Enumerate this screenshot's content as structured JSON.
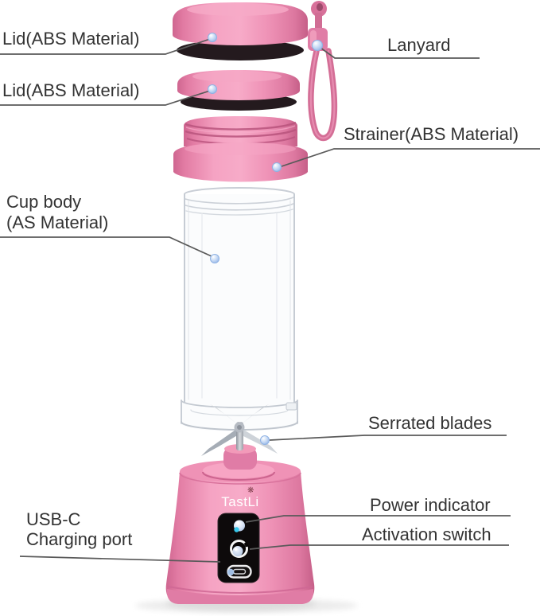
{
  "diagram": {
    "brand": "TastLi",
    "callouts": {
      "lid_top": "Lid(ABS Material)",
      "lid_lower": "Lid(ABS Material)",
      "lanyard": "Lanyard",
      "strainer": "Strainer(ABS Material)",
      "cup_body_line1": "Cup body",
      "cup_body_line2": "(AS Material)",
      "serrated_blades": "Serrated blades",
      "power_indicator": "Power indicator",
      "activation_switch": "Activation switch",
      "usb_line1": "USB-C",
      "usb_line2": "Charging port"
    },
    "icons": {
      "logo_flower_glyph": "❋",
      "callout_dot": "blue-marker-dot",
      "power_led": "power-led-light",
      "activation_button": "round-power-button",
      "usb_port": "usb-c-charging-port"
    },
    "colors": {
      "body_pink": "#ee82ab",
      "pink_highlight": "#f7abc8",
      "pink_shadow": "#c65f88",
      "dark_rim": "#241a1e",
      "panel_black": "#0d0a0b",
      "marker_blue": "#a9c8ef",
      "led_cyan": "#38c9ec",
      "label_text": "#333333",
      "line_gray": "#5a5a5a"
    }
  }
}
